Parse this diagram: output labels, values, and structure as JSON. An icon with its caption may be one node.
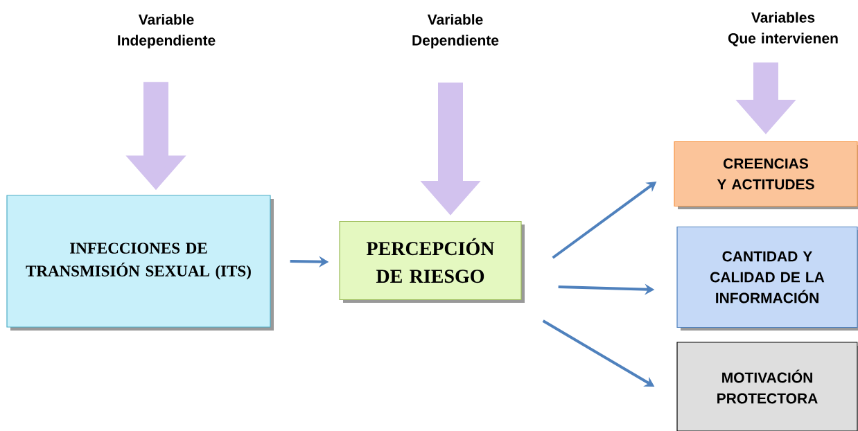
{
  "diagram": {
    "nodes": [
      {
        "text": [
          "Variable Independiente"
        ]
      },
      {
        "text": [
          "Variable Dependiente"
        ]
      },
      {
        "text": [
          "Variables",
          "Que intervienen"
        ]
      },
      {
        "text": [
          "INFECCIONES DE TRANSMISIÓN SEXUAL (ITS)"
        ]
      },
      {
        "text": [
          "PERCEPCIÓN DE RIESGO"
        ]
      },
      {
        "text": [
          "CREENCIAS Y ACTITUDES"
        ]
      },
      {
        "text": [
          "CANTIDAD Y CALIDAD DE LA INFORMACIÓN"
        ]
      },
      {
        "text": [
          "MOTIVACIÓN PROTECTORA"
        ]
      }
    ],
    "edges": [
      {
        "from": 0,
        "to": 3,
        "arrow": "to",
        "style": "thick",
        "color": "#d2c2ee"
      },
      {
        "from": 1,
        "to": 4,
        "arrow": "to",
        "style": "thick",
        "color": "#d2c2ee"
      },
      {
        "from": 2,
        "to": 5,
        "arrow": "to",
        "style": "thick",
        "color": "#d2c2ee"
      },
      {
        "from": 3,
        "to": 4,
        "arrow": "to"
      },
      {
        "from": 4,
        "to": 5,
        "arrow": "to"
      },
      {
        "from": 4,
        "to": 6,
        "arrow": "to"
      },
      {
        "from": 4,
        "to": 7,
        "arrow": "to"
      }
    ]
  }
}
